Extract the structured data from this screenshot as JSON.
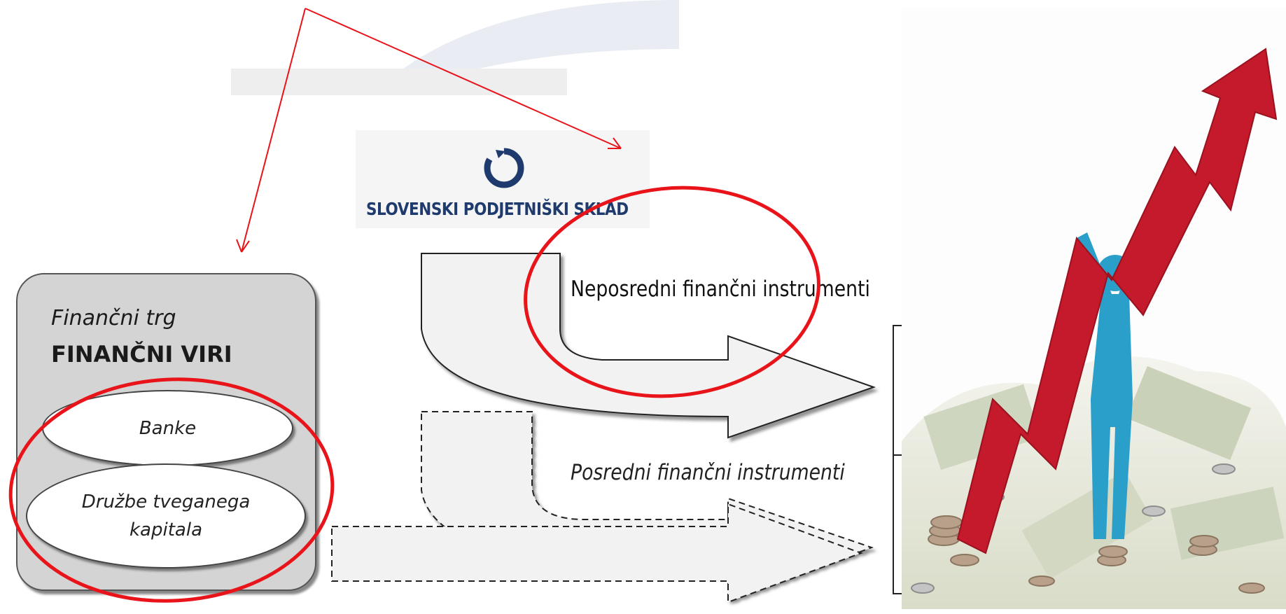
{
  "market": {
    "subtitle": "Finančni trg",
    "title": "FINANČNI VIRI",
    "items": [
      "Banke",
      "Družbe tveganega kapitala"
    ]
  },
  "logo": {
    "text": "SLOVENSKI PODJETNIŠKI SKLAD",
    "color": "#1f3b6e"
  },
  "flows": {
    "direct_label": "Neposredni finančni instrumenti",
    "indirect_label": "Posredni finančni instrumenti"
  },
  "colors": {
    "annotation": "#e8141a",
    "arrow_fill": "#f2f2f2",
    "box_fill": "#d4d4d4",
    "growth_arrow": "#c41a2b",
    "figure": "#2a9fc9"
  }
}
